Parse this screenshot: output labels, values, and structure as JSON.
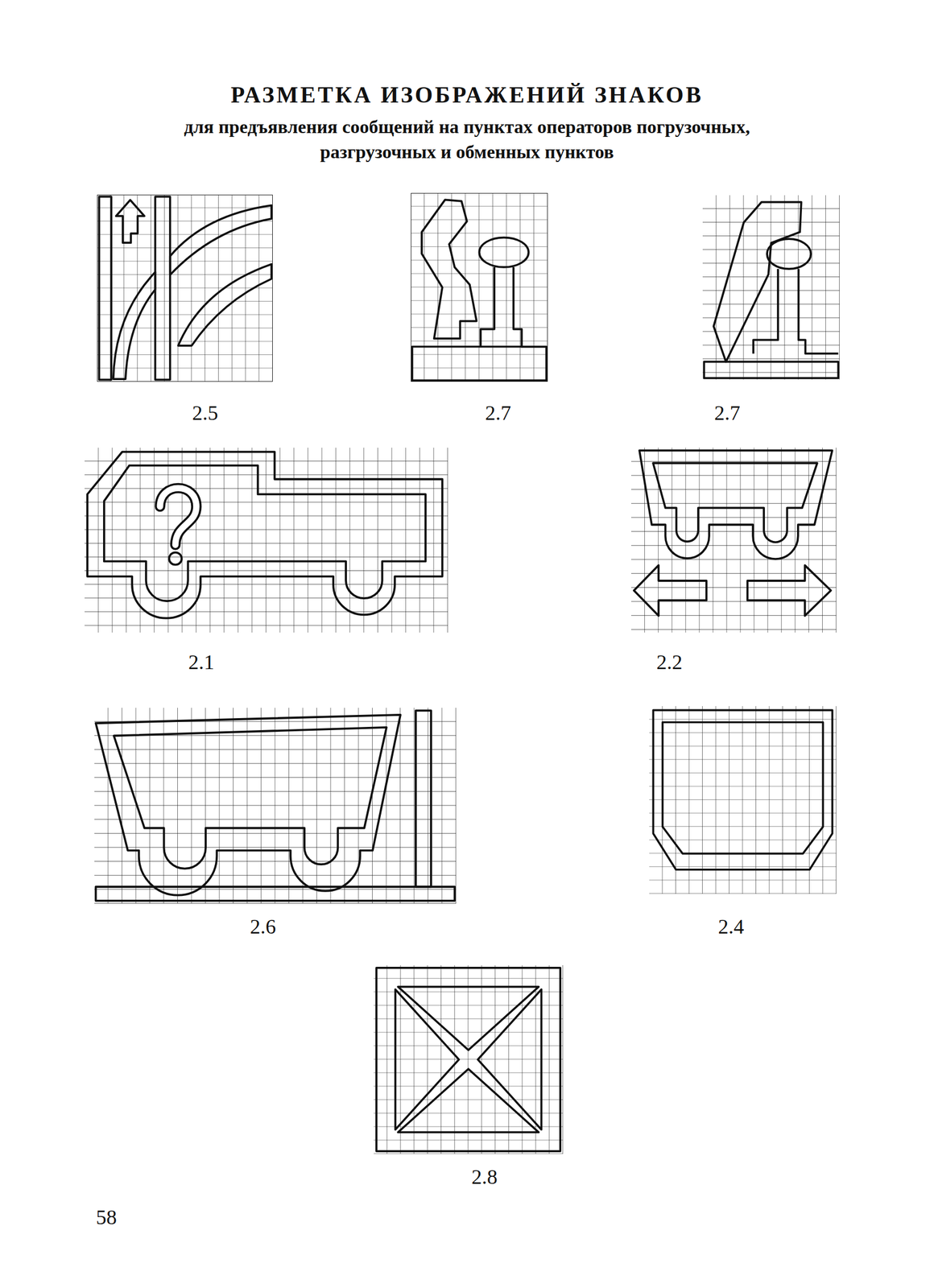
{
  "diagram": {
    "title": "РАЗМЕТКА ИЗОБРАЖЕНИЙ ЗНАКОВ",
    "labels": [
      "для предъявления сообщений на пунктах операторов погрузочных, разгрузочных и обменных пунктов",
      "2.5",
      "2.7",
      "2.7",
      "2.1",
      "2.2",
      "2.6",
      "2.4",
      "2.8",
      "58"
    ]
  }
}
